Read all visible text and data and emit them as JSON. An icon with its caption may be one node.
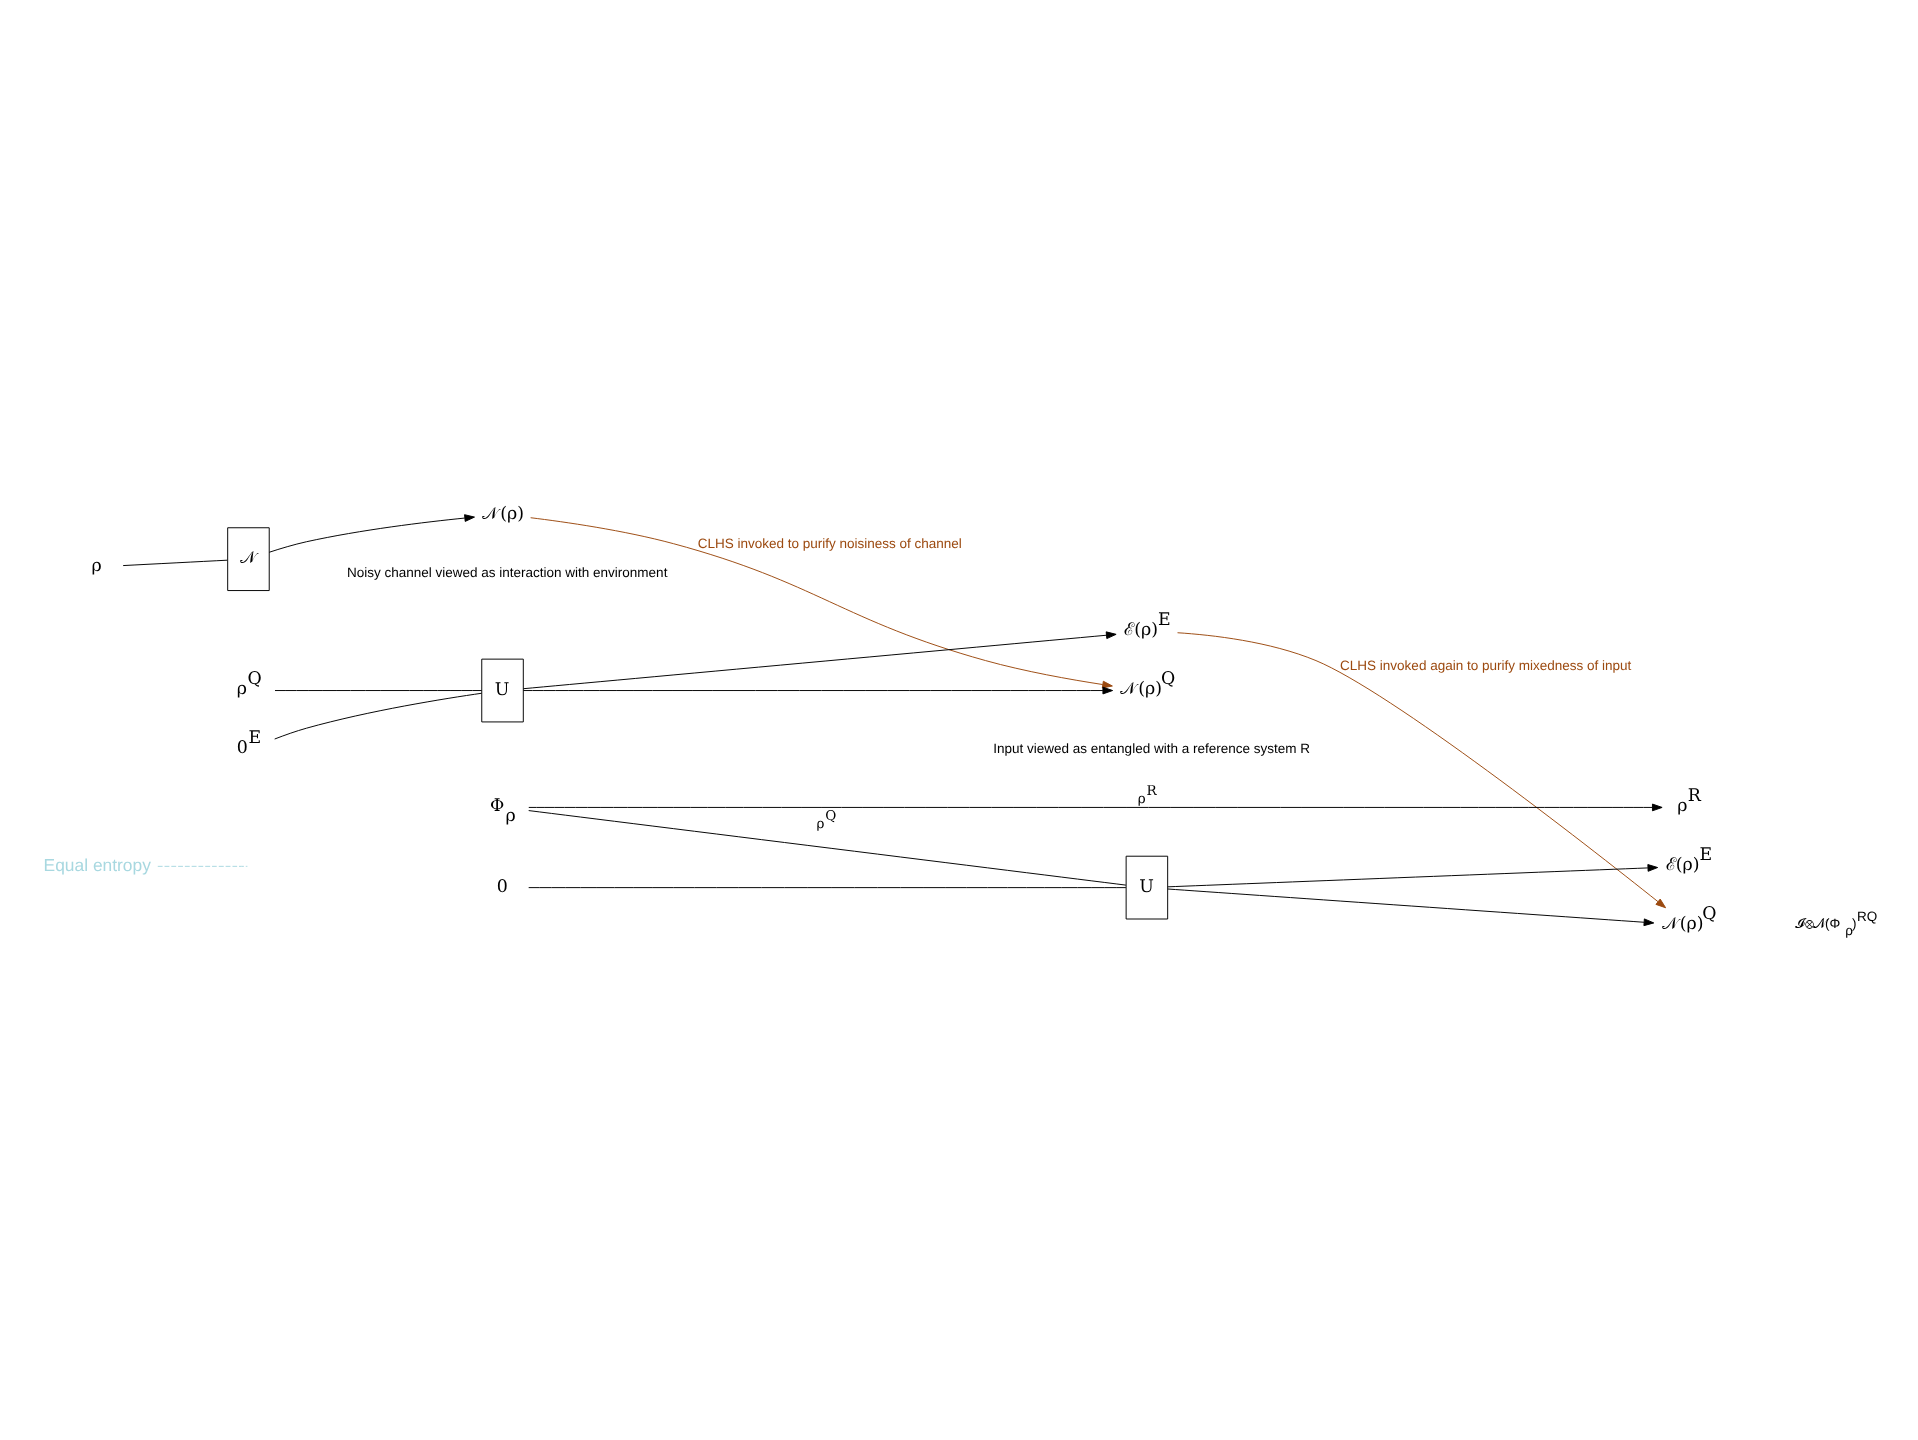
{
  "diagram": {
    "nodes": [
      {
        "text": [
          "ρ"
        ]
      },
      {
        "text": [
          "𝒩"
        ]
      },
      {
        "text": [
          "𝒩(ρ)"
        ]
      },
      {
        "text": [
          "ρ$^{Q}$"
        ]
      },
      {
        "text": [
          "U"
        ]
      },
      {
        "text": [
          "𝒩(ρ)$^{Q}$"
        ]
      },
      {
        "text": [
          "0$^{E}$"
        ]
      },
      {
        "text": [
          "ℰ(ρ)$^{E}$"
        ]
      },
      {
        "text": [
          "Φ$_{ρ}$"
        ]
      },
      {
        "text": [
          "ρ$^{R}$"
        ]
      },
      {
        "text": [
          "U"
        ]
      },
      {
        "text": [
          "𝒩(ρ)$^{Q}$"
        ]
      },
      {
        "text": [
          "0"
        ]
      },
      {
        "text": [
          "ℰ(ρ)$^{E}$"
        ]
      },
      {
        "text": [
          "Equal entropy"
        ]
      }
    ],
    "edges": [
      {
        "from": 0,
        "to": 1,
        "arrow": "none"
      },
      {
        "from": 1,
        "to": 2,
        "arrow": "to"
      },
      {
        "from": 2,
        "to": 5,
        "arrow": "to",
        "label": "CLHS invoked to purify noisiness of channel",
        "color": "#9c4a10"
      },
      {
        "from": 3,
        "to": 4,
        "arrow": "none"
      },
      {
        "from": 4,
        "to": 5,
        "arrow": "to"
      },
      {
        "from": 6,
        "to": 4,
        "arrow": "none"
      },
      {
        "from": 4,
        "to": 7,
        "arrow": "to"
      },
      {
        "from": 7,
        "to": 11,
        "arrow": "to",
        "label": "CLHS invoked again to purify mixedness of input",
        "color": "#9c4a10"
      },
      {
        "from": 8,
        "to": 9,
        "arrow": "to",
        "label": "ρ$^{R}$"
      },
      {
        "from": 8,
        "to": 10,
        "arrow": "none",
        "label": "ρ$^{Q}$"
      },
      {
        "from": 10,
        "to": 11,
        "arrow": "to"
      },
      {
        "from": 12,
        "to": 10,
        "arrow": "none"
      },
      {
        "from": 10,
        "to": 13,
        "arrow": "to"
      },
      {
        "from": 14,
        "to": null,
        "arrow": "none",
        "style": "dashed",
        "color": "#a8d8e0"
      }
    ],
    "labels": [
      "Noisy channel viewed as interaction with environment",
      "Input viewed as entangled with a reference system R",
      "𝓘⊗𝒩(Φ$_{ρ}$)$^{RQ}$"
    ]
  }
}
